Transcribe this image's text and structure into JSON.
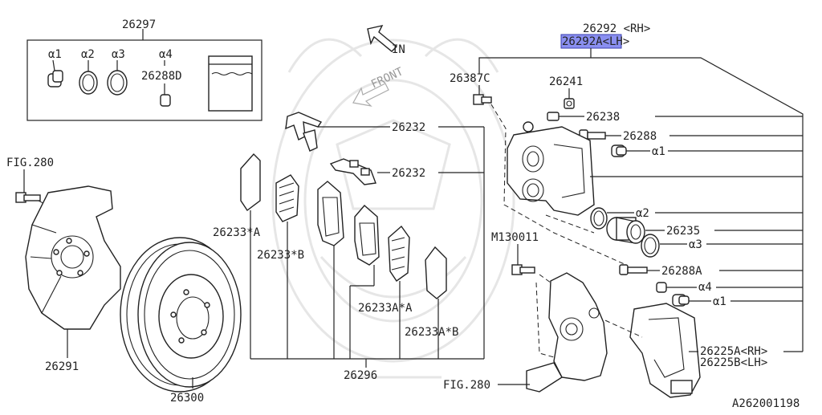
{
  "diagram": {
    "kit_number": "26297",
    "kit_items": [
      "α1",
      "α2",
      "α3",
      "α4",
      "26288D"
    ],
    "caliper_numbers": [
      "26292 <RH>",
      "26292A<LH>"
    ],
    "highlight_color": "#8a8ff0",
    "bolt_caliper": "26387C",
    "nut_caliper": "26241",
    "bleeder": "26238",
    "guide_pin": "26288",
    "alpha1": "α1",
    "alpha2": "α2",
    "piston": "26235",
    "alpha3": "α3",
    "guide_pin_a": "26288A",
    "alpha4": "α4",
    "alpha1_b": "α1",
    "bracket_rh": "26225A<RH>",
    "bracket_lh": "26225B<LH>",
    "shim_upper": "26232",
    "shim_lower": "26232",
    "pad_shim_a": "26233*A",
    "pad_shim_b": "26233*B",
    "pad_shim_aa": "26233A*A",
    "pad_shim_ab": "26233A*B",
    "pad_set": "26296",
    "bolt_m": "M130011",
    "fig_top": "FIG.280",
    "fig_bottom": "FIG.280",
    "cover": "26291",
    "rotor": "26300",
    "arrow_in": "IN",
    "arrow_front": "FRONT",
    "ref_code": "A262001198"
  }
}
